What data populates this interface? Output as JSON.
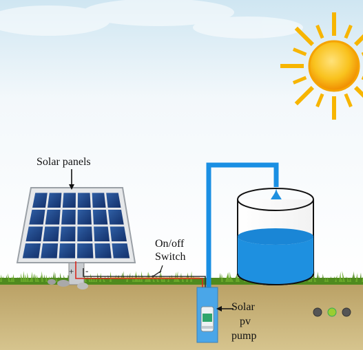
{
  "labels": {
    "solar_panels": "Solar panels",
    "switch_line1": "On/off",
    "switch_line2": "Switch",
    "pump_line1": "Solar",
    "pump_line2": "pv",
    "pump_line3": "pump",
    "plus": "+",
    "minus": "-"
  },
  "colors": {
    "sky_top": "#cfe6f2",
    "soil": "#c8b27a",
    "grass": "#4f8a1e",
    "water": "#1e90e0",
    "sun": "#f7b500",
    "panel_cell": "#1c3f78",
    "pipe": "#1a8fe3",
    "wire_positive": "#d9261c"
  },
  "indicator_dots": [
    "#555555",
    "#9acd32",
    "#555555"
  ]
}
